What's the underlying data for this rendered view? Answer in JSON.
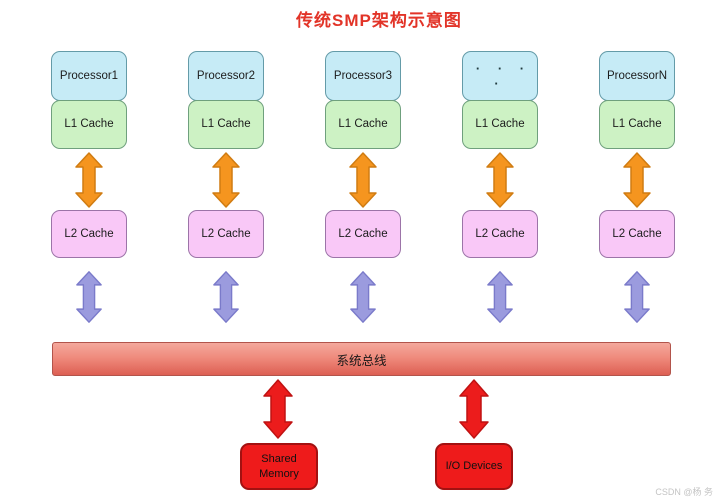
{
  "title": "传统SMP架构示意图",
  "columns": [
    {
      "processor": "Processor1",
      "l1_cache": "L1 Cache",
      "l2_cache": "L2 Cache"
    },
    {
      "processor": "Processor2",
      "l1_cache": "L1 Cache",
      "l2_cache": "L2 Cache"
    },
    {
      "processor": "Processor3",
      "l1_cache": "L1 Cache",
      "l2_cache": "L2 Cache"
    },
    {
      "processor": "· · · ·",
      "l1_cache": "L1 Cache",
      "l2_cache": "L2 Cache"
    },
    {
      "processor": "ProcessorN",
      "l1_cache": "L1 Cache",
      "l2_cache": "L2 Cache"
    }
  ],
  "bus_label": "系统总线",
  "devices": [
    {
      "label": "Shared Memory"
    },
    {
      "label": "I/O Devices"
    }
  ],
  "watermark": "CSDN @杨 务",
  "colors": {
    "title": "#E23428",
    "processor_fill": "#C6EBF6",
    "l1_cache_fill": "#CDF2C4",
    "l2_cache_fill": "#F9C8F7",
    "bus_fill_top": "#F4A89C",
    "bus_fill_bottom": "#DD5F53",
    "device_fill": "#EE1B1B",
    "arrow_l1_to_l2": "#F5951F",
    "arrow_l2_to_bus": "#9B9BDE",
    "arrow_bus_to_device": "#EC1C1C"
  }
}
